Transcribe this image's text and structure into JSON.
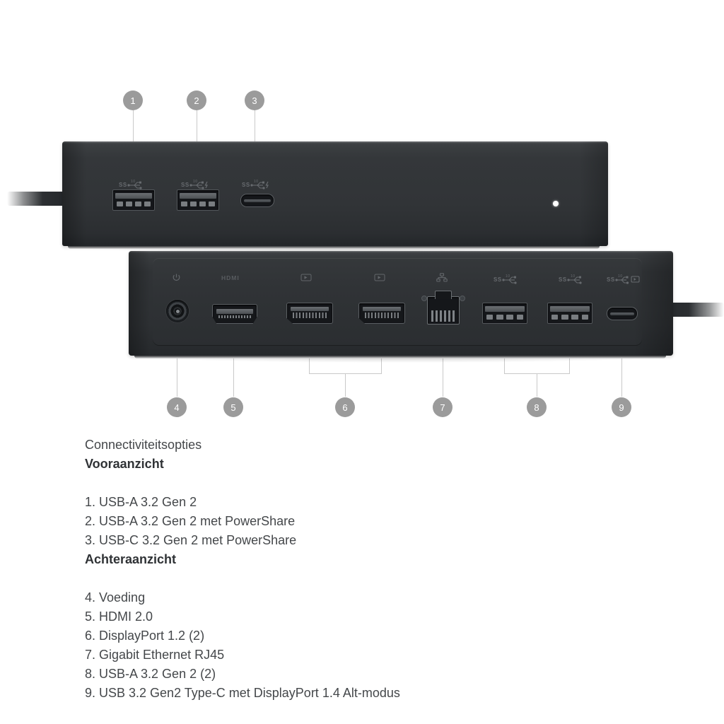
{
  "document": {
    "background_color": "#ffffff",
    "body_color": "#2d3033",
    "callout_color": "#9b9b9b",
    "text_color": "#44474a"
  },
  "legend": {
    "title": "Connectiviteitsopties",
    "front_heading": "Vooraanzicht",
    "rear_heading": "Achteraanzicht",
    "front_items": [
      "1. USB-A 3.2 Gen 2",
      "2. USB-A 3.2 Gen 2 met PowerShare",
      "3. USB-C 3.2 Gen 2 met PowerShare"
    ],
    "rear_items": [
      "4. Voeding",
      "5. HDMI 2.0",
      "6. DisplayPort 1.2 (2)",
      "7. Gigabit Ethernet RJ45",
      "8. USB-A 3.2 Gen 2 (2)",
      "9. USB 3.2 Gen2 Type-C met DisplayPort 1.4 Alt-modus"
    ]
  },
  "callouts": {
    "front": [
      {
        "number": "1",
        "target": "usb-a-port-1"
      },
      {
        "number": "2",
        "target": "usb-a-port-2"
      },
      {
        "number": "3",
        "target": "usb-c-port-front"
      }
    ],
    "rear": [
      {
        "number": "4",
        "target": "power-jack"
      },
      {
        "number": "5",
        "target": "hdmi-port"
      },
      {
        "number": "6",
        "target": "displayport-pair"
      },
      {
        "number": "7",
        "target": "rj45-port"
      },
      {
        "number": "8",
        "target": "usb-a-pair-rear"
      },
      {
        "number": "9",
        "target": "usb-c-port-rear"
      }
    ]
  },
  "front_view": {
    "label": "Vooraanzicht",
    "ports": [
      {
        "name": "usb-a-port-1",
        "type": "USB-A",
        "icon": "superspeed-usb-icon"
      },
      {
        "name": "usb-a-port-2",
        "type": "USB-A",
        "icon": "superspeed-usb-powershare-icon"
      },
      {
        "name": "usb-c-port-front",
        "type": "USB-C",
        "icon": "superspeed-usb-powershare-icon"
      }
    ],
    "indicator": {
      "name": "power-led",
      "state": "on",
      "color": "#ffffff"
    }
  },
  "rear_view": {
    "label": "Achteraanzicht",
    "ports": [
      {
        "name": "power-jack",
        "type": "DC power",
        "icon": "power-icon"
      },
      {
        "name": "hdmi-port",
        "type": "HDMI",
        "icon": "hdmi-text-icon",
        "icon_text": "HDMI"
      },
      {
        "name": "displayport-1",
        "type": "DisplayPort",
        "icon": "displayport-icon"
      },
      {
        "name": "displayport-2",
        "type": "DisplayPort",
        "icon": "displayport-icon"
      },
      {
        "name": "rj45-port",
        "type": "RJ45",
        "icon": "ethernet-icon"
      },
      {
        "name": "usb-a-port-3",
        "type": "USB-A",
        "icon": "superspeed-usb-icon"
      },
      {
        "name": "usb-a-port-4",
        "type": "USB-A",
        "icon": "superspeed-usb-icon"
      },
      {
        "name": "usb-c-port-rear",
        "type": "USB-C",
        "icon": "superspeed-usb-displayport-icon"
      }
    ]
  }
}
